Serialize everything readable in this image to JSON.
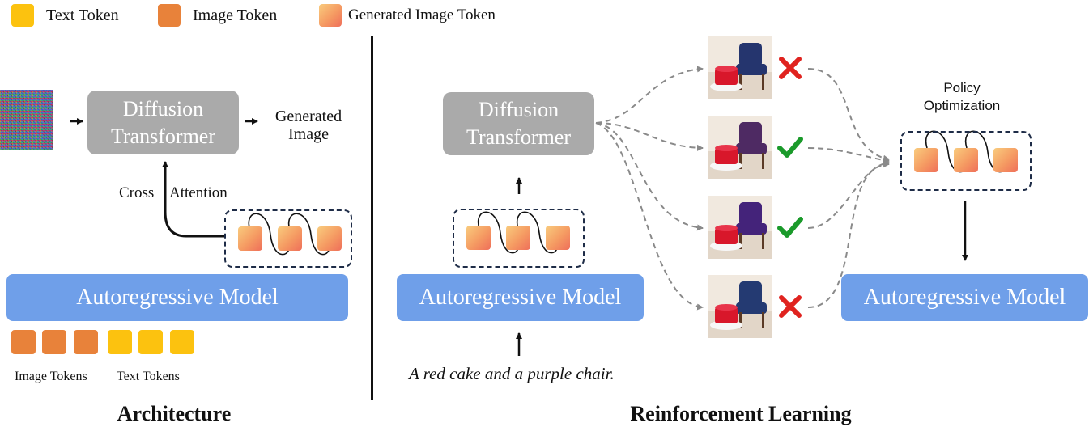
{
  "legend": {
    "text_token": "Text Token",
    "image_token": "Image Token",
    "generated_image_token": "Generated Image Token"
  },
  "architecture": {
    "diffusion_line1": "Diffusion",
    "diffusion_line2": "Transformer",
    "generated_line1": "Generated",
    "generated_line2": "Image",
    "cross_attention_left": "Cross",
    "cross_attention_right": "Attention",
    "autoregressive_model": "Autoregressive Model",
    "image_tokens_label": "Image Tokens",
    "text_tokens_label": "Text Tokens",
    "section_title": "Architecture"
  },
  "rl": {
    "diffusion_line1": "Diffusion",
    "diffusion_line2": "Transformer",
    "autoregressive_model": "Autoregressive Model",
    "prompt": "A red cake and a purple chair.",
    "policy_line1": "Policy",
    "policy_line2": "Optimization",
    "autoregressive_model_right": "Autoregressive Model",
    "section_title": "Reinforcement Learning",
    "samples": [
      {
        "result": "cross-icon",
        "chair": "#25356e"
      },
      {
        "result": "check-icon",
        "chair": "#4e2a63"
      },
      {
        "result": "check-icon",
        "chair": "#44237a"
      },
      {
        "result": "cross-icon",
        "chair": "#243a72"
      }
    ]
  },
  "colors": {
    "text_token": "#fcc20f",
    "image_token": "#e8823a",
    "model_blue": "#6f9fe9",
    "transformer_grey": "#aaaaaa",
    "check_green": "#1a9a2a",
    "cross_red": "#e0231f"
  }
}
